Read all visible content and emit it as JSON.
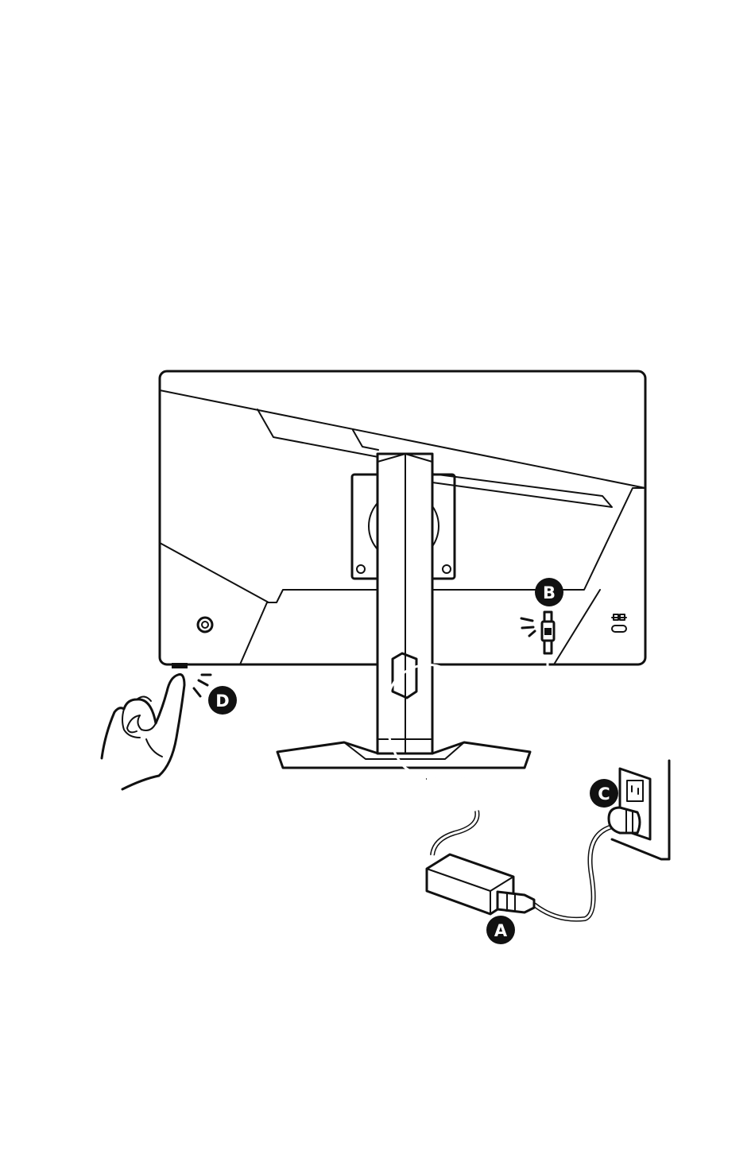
{
  "callouts": {
    "a": "A",
    "b": "B",
    "c": "C",
    "d": "D"
  },
  "colors": {
    "line": "#111111",
    "badge": "#111111",
    "background": "#ffffff"
  },
  "icons": [
    "monitor-rear-view",
    "monitor-stand",
    "power-adapter",
    "wall-outlet",
    "pointing-hand",
    "power-button",
    "kensington-lock-icon",
    "dc-jack-connector"
  ]
}
